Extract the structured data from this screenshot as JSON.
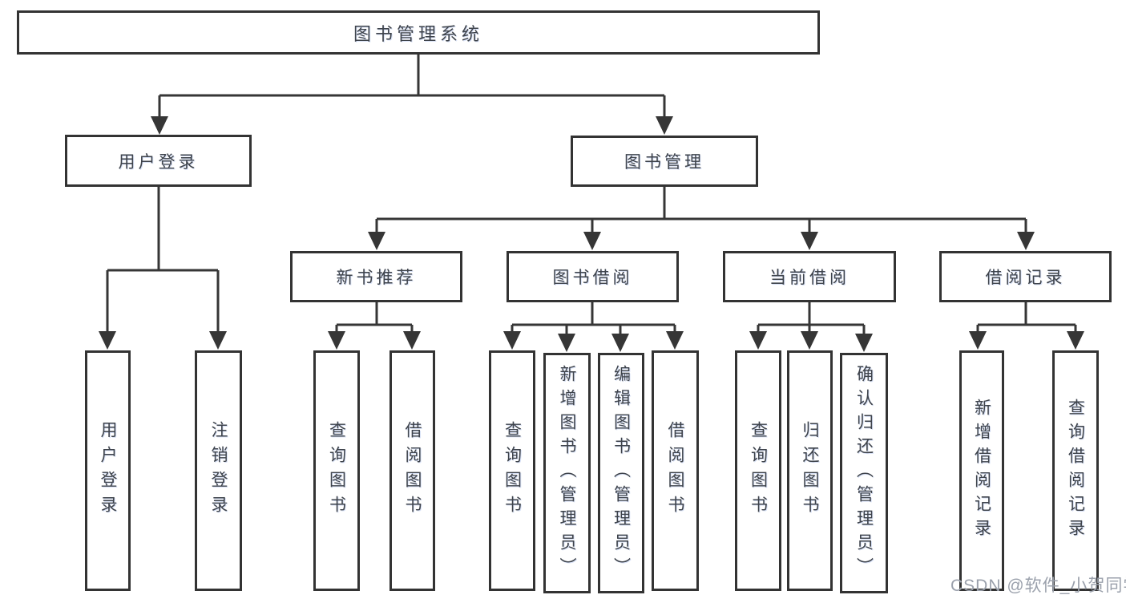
{
  "diagram": {
    "colors": {
      "line": "#363636",
      "box_border": "#333333",
      "box_background": "#ffffff",
      "text": "#3e434b",
      "watermark": "#9ba1ac"
    },
    "tree": {
      "label": "图书管理系统",
      "children": [
        {
          "label": "用户登录",
          "children": [
            {
              "label": "用户登录"
            },
            {
              "label": "注销登录"
            }
          ]
        },
        {
          "label": "图书管理",
          "children": [
            {
              "label": "新书推荐",
              "children": [
                {
                  "label": "查询图书"
                },
                {
                  "label": "借阅图书"
                }
              ]
            },
            {
              "label": "图书借阅",
              "children": [
                {
                  "label": "查询图书"
                },
                {
                  "label": "新增图书（管理员）"
                },
                {
                  "label": "编辑图书（管理员）"
                },
                {
                  "label": "借阅图书"
                }
              ]
            },
            {
              "label": "当前借阅",
              "children": [
                {
                  "label": "查询图书"
                },
                {
                  "label": "归还图书"
                },
                {
                  "label": "确认归还（管理员）"
                }
              ]
            },
            {
              "label": "借阅记录",
              "children": [
                {
                  "label": "新增借阅记录"
                },
                {
                  "label": "查询借阅记录"
                }
              ]
            }
          ]
        }
      ]
    },
    "watermark": {
      "text": "CSDN @软件_小贺同学"
    }
  }
}
